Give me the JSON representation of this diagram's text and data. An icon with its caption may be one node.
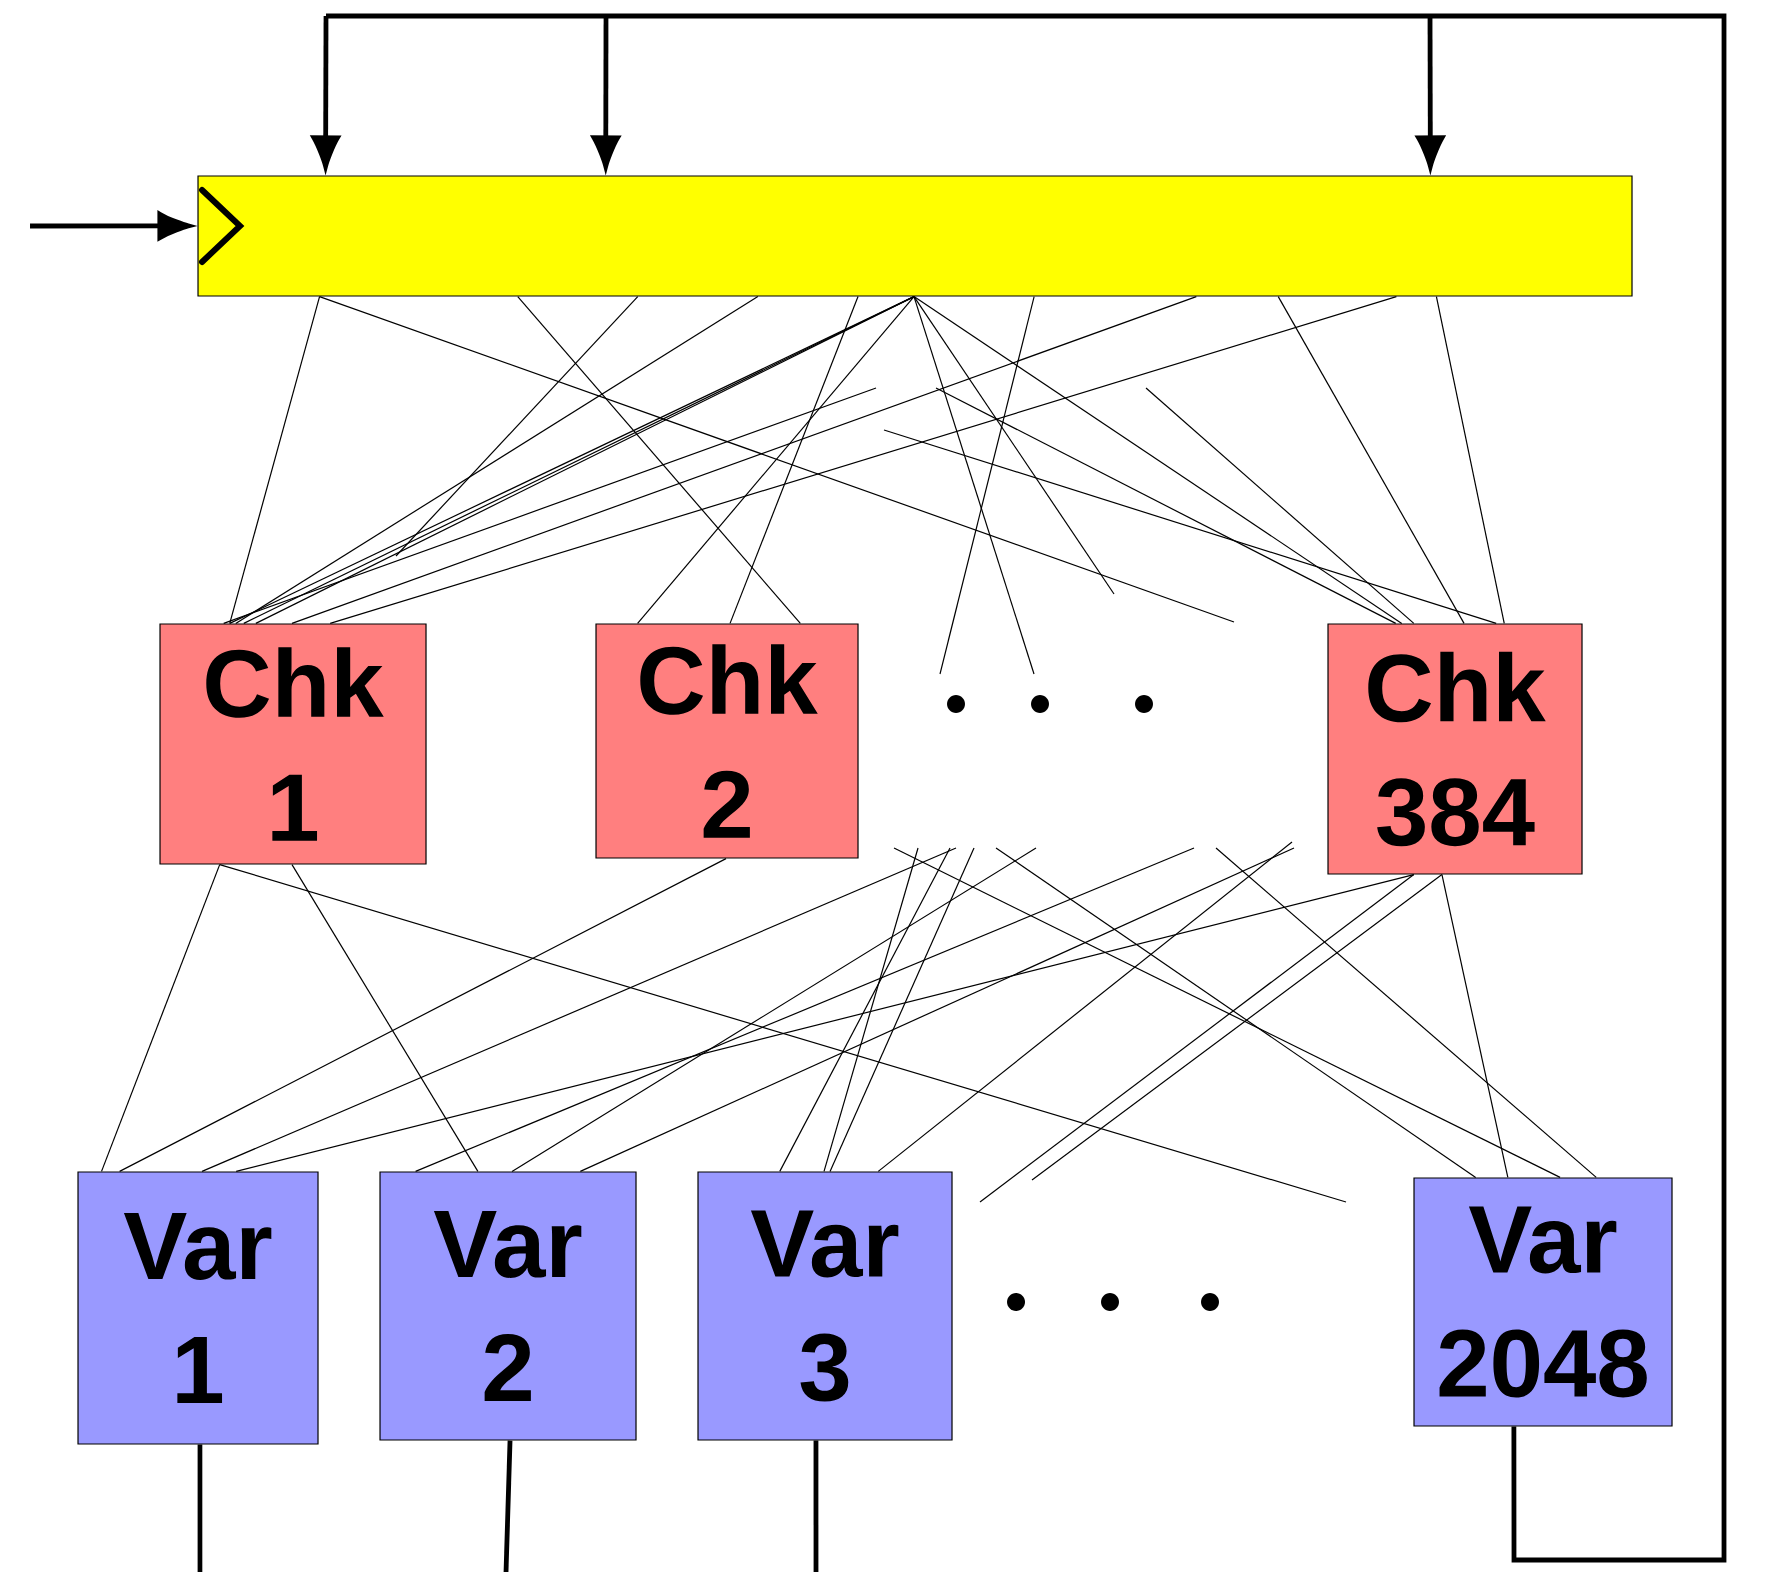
{
  "diagram": {
    "nodes": [
      {
        "text": [],
        "shape": "box"
      },
      {
        "text": [
          "Chk 1"
        ]
      },
      {
        "text": [
          "Chk 2"
        ]
      },
      {
        "text": [
          "Chk 384"
        ]
      },
      {
        "text": [
          "Var 1"
        ]
      },
      {
        "text": [
          "Var 2"
        ]
      },
      {
        "text": [
          "Var 3"
        ]
      },
      {
        "text": [
          "Var 2048"
        ]
      }
    ],
    "edges": [
      {
        "from": 0,
        "to": 1,
        "arrow": "none"
      },
      {
        "from": 0,
        "to": null,
        "arrow": "none"
      },
      {
        "from": 0,
        "to": 2,
        "arrow": "none"
      },
      {
        "from": 0,
        "to": null,
        "arrow": "none"
      },
      {
        "from": 0,
        "to": 1,
        "arrow": "none"
      },
      {
        "from": 0,
        "to": 2,
        "arrow": "none"
      },
      {
        "from": 0,
        "to": 1,
        "arrow": "none"
      },
      {
        "from": 0,
        "to": 1,
        "arrow": "none"
      },
      {
        "from": 0,
        "to": 1,
        "arrow": "none"
      },
      {
        "from": 0,
        "to": 2,
        "arrow": "none"
      },
      {
        "from": 0,
        "to": null,
        "arrow": "none"
      },
      {
        "from": 0,
        "to": null,
        "arrow": "none"
      },
      {
        "from": 0,
        "to": 3,
        "arrow": "none"
      },
      {
        "from": 0,
        "to": null,
        "arrow": "none"
      },
      {
        "from": 0,
        "to": 1,
        "arrow": "none"
      },
      {
        "from": 0,
        "to": 3,
        "arrow": "none"
      },
      {
        "from": 0,
        "to": 1,
        "arrow": "none"
      },
      {
        "from": 0,
        "to": 3,
        "arrow": "none"
      },
      {
        "from": null,
        "to": 1,
        "arrow": "none"
      },
      {
        "from": null,
        "to": 3,
        "arrow": "none"
      },
      {
        "from": null,
        "to": 3,
        "arrow": "none"
      },
      {
        "from": null,
        "to": 3,
        "arrow": "none"
      },
      {
        "from": 1,
        "to": 4,
        "arrow": "none"
      },
      {
        "from": 1,
        "to": null,
        "arrow": "none"
      },
      {
        "from": 1,
        "to": 5,
        "arrow": "none"
      },
      {
        "from": 2,
        "to": 4,
        "arrow": "none"
      },
      {
        "from": null,
        "to": 7,
        "arrow": "none"
      },
      {
        "from": null,
        "to": 4,
        "arrow": "none"
      },
      {
        "from": null,
        "to": 6,
        "arrow": "none"
      },
      {
        "from": null,
        "to": 6,
        "arrow": "none"
      },
      {
        "from": null,
        "to": 5,
        "arrow": "none"
      },
      {
        "from": null,
        "to": 7,
        "arrow": "none"
      },
      {
        "from": null,
        "to": 6,
        "arrow": "none"
      },
      {
        "from": 3,
        "to": 4,
        "arrow": "none"
      },
      {
        "from": 3,
        "to": null,
        "arrow": "none"
      },
      {
        "from": 3,
        "to": null,
        "arrow": "none"
      },
      {
        "from": 3,
        "to": 7,
        "arrow": "none"
      },
      {
        "from": null,
        "to": 5,
        "arrow": "none"
      },
      {
        "from": null,
        "to": 5,
        "arrow": "none"
      },
      {
        "from": null,
        "to": 6,
        "arrow": "none"
      },
      {
        "from": null,
        "to": 7,
        "arrow": "none"
      },
      {
        "from": null,
        "to": 0,
        "arrow": "to",
        "style": "thick"
      },
      {
        "from": 4,
        "to": null,
        "arrow": "none",
        "style": "thick"
      },
      {
        "from": 5,
        "to": null,
        "arrow": "none",
        "style": "thick"
      },
      {
        "from": 6,
        "to": null,
        "arrow": "none",
        "style": "thick"
      },
      {
        "from": 7,
        "to": 0,
        "arrow": "to",
        "style": "thick"
      },
      {
        "from": 7,
        "to": 0,
        "arrow": "to",
        "style": "thick"
      },
      {
        "from": 7,
        "to": 0,
        "arrow": "to",
        "style": "thick"
      }
    ]
  }
}
